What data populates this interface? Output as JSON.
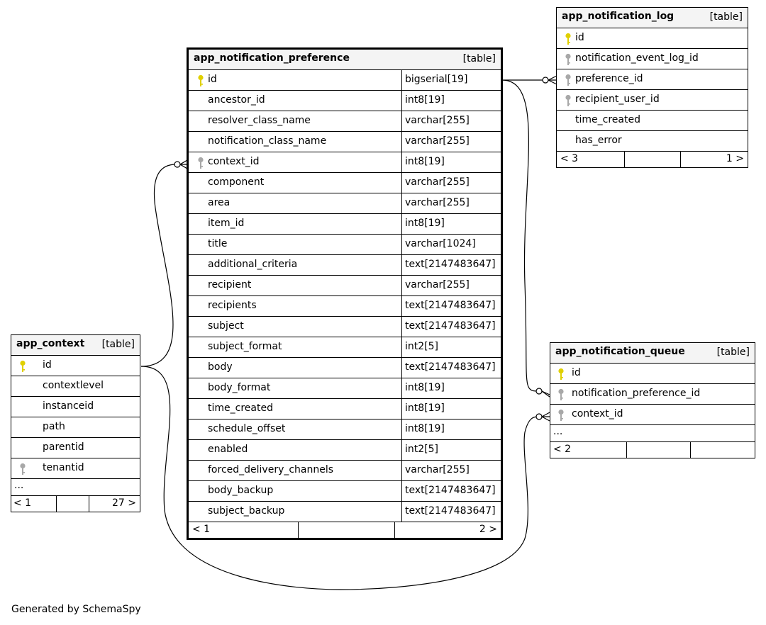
{
  "tables": {
    "preference": {
      "name": "app_notification_preference",
      "type": "[table]",
      "columns": [
        {
          "name": "id",
          "type": "bigserial[19]",
          "key": "pk"
        },
        {
          "name": "ancestor_id",
          "type": "int8[19]",
          "key": ""
        },
        {
          "name": "resolver_class_name",
          "type": "varchar[255]",
          "key": ""
        },
        {
          "name": "notification_class_name",
          "type": "varchar[255]",
          "key": ""
        },
        {
          "name": "context_id",
          "type": "int8[19]",
          "key": "fk"
        },
        {
          "name": "component",
          "type": "varchar[255]",
          "key": ""
        },
        {
          "name": "area",
          "type": "varchar[255]",
          "key": ""
        },
        {
          "name": "item_id",
          "type": "int8[19]",
          "key": ""
        },
        {
          "name": "title",
          "type": "varchar[1024]",
          "key": ""
        },
        {
          "name": "additional_criteria",
          "type": "text[2147483647]",
          "key": ""
        },
        {
          "name": "recipient",
          "type": "varchar[255]",
          "key": ""
        },
        {
          "name": "recipients",
          "type": "text[2147483647]",
          "key": ""
        },
        {
          "name": "subject",
          "type": "text[2147483647]",
          "key": ""
        },
        {
          "name": "subject_format",
          "type": "int2[5]",
          "key": ""
        },
        {
          "name": "body",
          "type": "text[2147483647]",
          "key": ""
        },
        {
          "name": "body_format",
          "type": "int8[19]",
          "key": ""
        },
        {
          "name": "time_created",
          "type": "int8[19]",
          "key": ""
        },
        {
          "name": "schedule_offset",
          "type": "int8[19]",
          "key": ""
        },
        {
          "name": "enabled",
          "type": "int2[5]",
          "key": ""
        },
        {
          "name": "forced_delivery_channels",
          "type": "varchar[255]",
          "key": ""
        },
        {
          "name": "body_backup",
          "type": "text[2147483647]",
          "key": ""
        },
        {
          "name": "subject_backup",
          "type": "text[2147483647]",
          "key": ""
        }
      ],
      "footer": {
        "left": "< 1",
        "right": "2 >"
      }
    },
    "log": {
      "name": "app_notification_log",
      "type": "[table]",
      "columns": [
        {
          "name": "id",
          "key": "pk"
        },
        {
          "name": "notification_event_log_id",
          "key": "fk"
        },
        {
          "name": "preference_id",
          "key": "fk"
        },
        {
          "name": "recipient_user_id",
          "key": "fk"
        },
        {
          "name": "time_created",
          "key": ""
        },
        {
          "name": "has_error",
          "key": ""
        }
      ],
      "footer": {
        "left": "< 3",
        "right": "1 >"
      }
    },
    "context": {
      "name": "app_context",
      "type": "[table]",
      "columns": [
        {
          "name": "id",
          "key": "pk"
        },
        {
          "name": "contextlevel",
          "key": ""
        },
        {
          "name": "instanceid",
          "key": ""
        },
        {
          "name": "path",
          "key": ""
        },
        {
          "name": "parentid",
          "key": ""
        },
        {
          "name": "tenantid",
          "key": "fk"
        }
      ],
      "ellipsis": "...",
      "footer": {
        "left": "< 1",
        "right": "27 >"
      }
    },
    "queue": {
      "name": "app_notification_queue",
      "type": "[table]",
      "columns": [
        {
          "name": "id",
          "key": "pk"
        },
        {
          "name": "notification_preference_id",
          "key": "fk"
        },
        {
          "name": "context_id",
          "key": "fk"
        }
      ],
      "ellipsis": "...",
      "footer": {
        "left": "< 2",
        "right": ""
      }
    }
  },
  "generated_by": "Generated by SchemaSpy",
  "colors": {
    "pk_key": "#e0d000",
    "fk_key": "#a8a8a8",
    "header_bg": "#f4f4f4"
  }
}
